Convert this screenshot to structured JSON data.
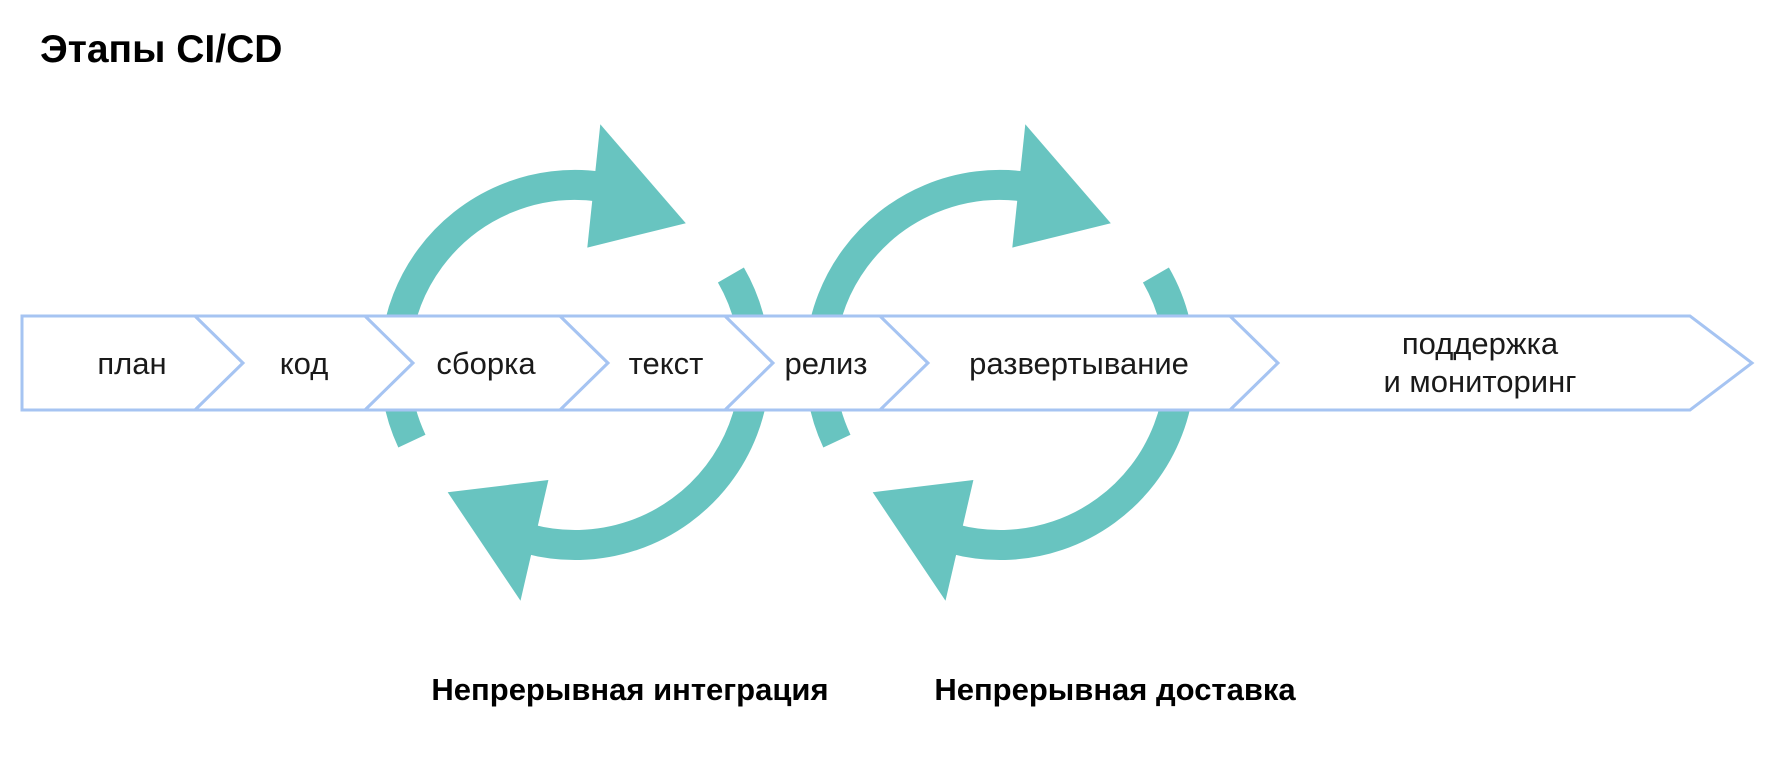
{
  "title": "Этапы CI/CD",
  "colors": {
    "teal": "#68c4c0",
    "chevron_border": "#a6c4f2",
    "chevron_fill": "#ffffff",
    "text": "#1a1a1a"
  },
  "pipeline": {
    "stages": [
      {
        "label": "план"
      },
      {
        "label": "код"
      },
      {
        "label": "сборка"
      },
      {
        "label": "текст"
      },
      {
        "label": "релиз"
      },
      {
        "label": "развертывание"
      },
      {
        "label": "поддержка и мониторинг",
        "lines": [
          "поддержка",
          "и мониторинг"
        ]
      }
    ]
  },
  "loops": [
    {
      "label": "Непрерывная интеграция"
    },
    {
      "label": "Непрерывная доставка"
    }
  ]
}
